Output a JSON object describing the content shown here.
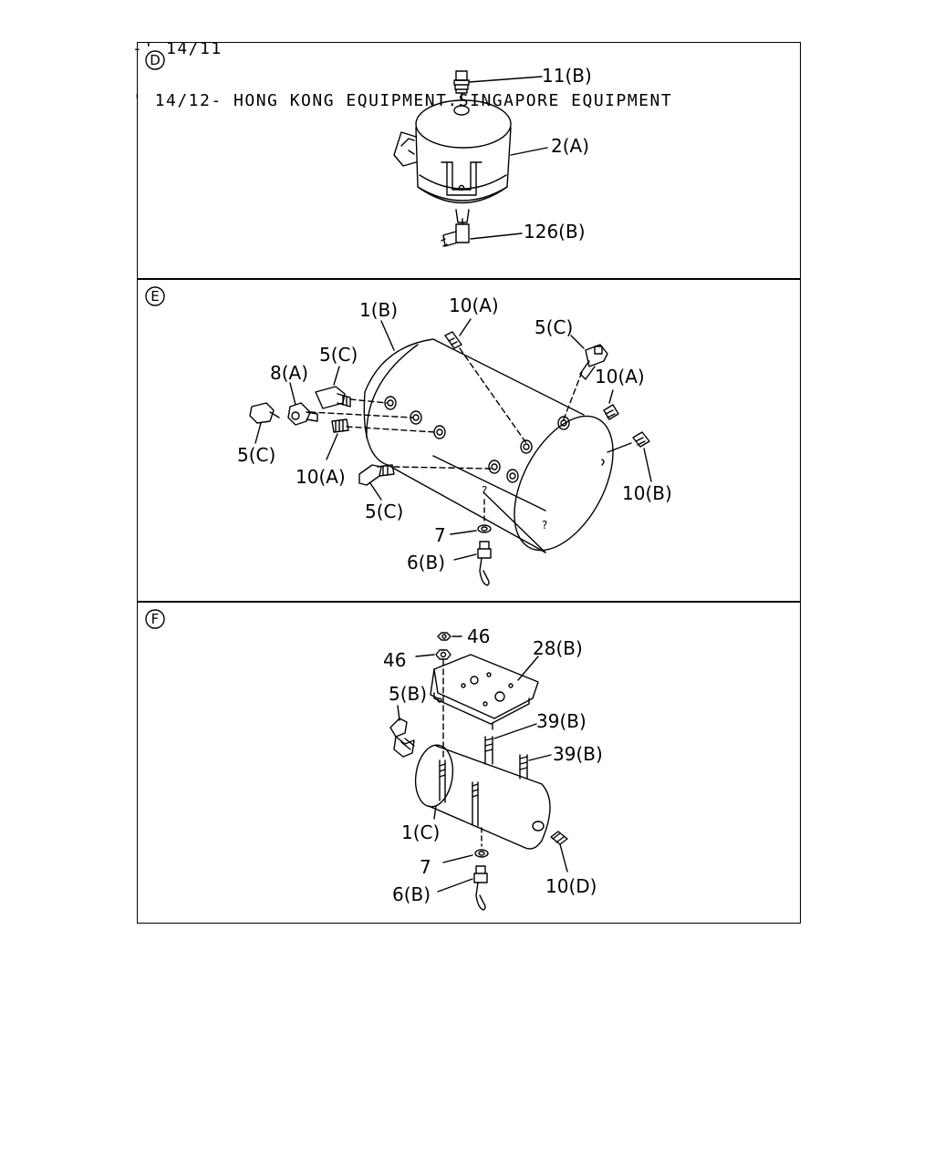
{
  "header": {
    "line1": "-' 14/11",
    "line2": "' 14/12- HONG KONG EQUIPMENT.SINGAPORE EQUIPMENT"
  },
  "panels": [
    {
      "section": "D",
      "callouts": [
        "11(B)",
        "2(A)",
        "126(B)"
      ]
    },
    {
      "section": "E",
      "callouts": [
        "1(B)",
        "10(A)",
        "5(C)",
        "5(C)",
        "8(A)",
        "10(A)",
        "5(C)",
        "10(A)",
        "10(B)",
        "5(C)",
        "7",
        "6(B)"
      ]
    },
    {
      "section": "F",
      "callouts": [
        "46",
        "46",
        "28(B)",
        "5(B)",
        "39(B)",
        "39(B)",
        "1(C)",
        "7",
        "10(D)",
        "6(B)"
      ]
    }
  ],
  "marks": {
    "question": "?"
  }
}
